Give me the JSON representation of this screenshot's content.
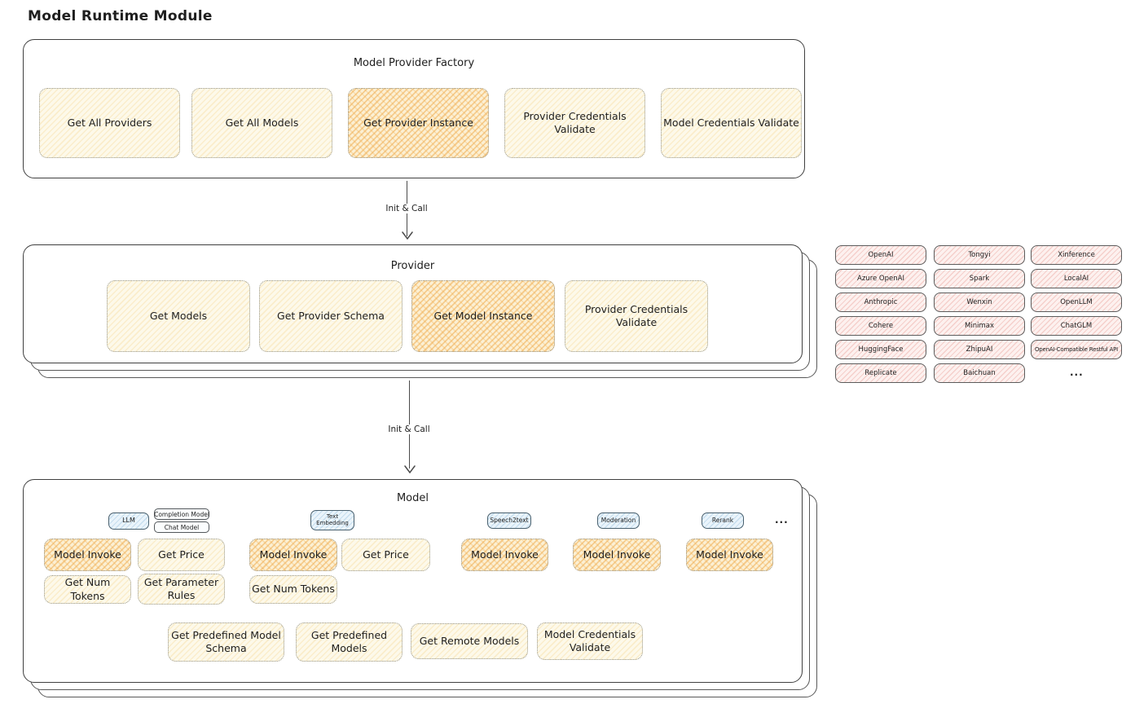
{
  "title": "Model Runtime Module",
  "colors": {
    "yellow_fill": "#fdf9ea",
    "orange_highlight_fill": "#fcf0d4",
    "pink_fill": "#fdf1ef",
    "blue_fill": "#eaf4fb",
    "panel_border": "#404040"
  },
  "factory": {
    "title": "Model Provider Factory",
    "buttons": [
      {
        "label": "Get All Providers",
        "highlighted": false
      },
      {
        "label": "Get All Models",
        "highlighted": false
      },
      {
        "label": "Get Provider Instance",
        "highlighted": true
      },
      {
        "label": "Provider Credentials Validate",
        "highlighted": false
      },
      {
        "label": "Model Credentials Validate",
        "highlighted": false
      }
    ]
  },
  "arrow1": {
    "label": "Init & Call"
  },
  "arrow2": {
    "label": "Init & Call"
  },
  "provider": {
    "title": "Provider",
    "buttons": [
      {
        "label": "Get Models",
        "highlighted": false
      },
      {
        "label": "Get Provider Schema",
        "highlighted": false
      },
      {
        "label": "Get Model Instance",
        "highlighted": true
      },
      {
        "label": "Provider Credentials Validate",
        "highlighted": false
      }
    ]
  },
  "provider_list": {
    "items": [
      [
        "OpenAI",
        "Tongyi",
        "Xinference"
      ],
      [
        "Azure OpenAI",
        "Spark",
        "LocalAI"
      ],
      [
        "Anthropic",
        "Wenxin",
        "OpenLLM"
      ],
      [
        "Cohere",
        "Minimax",
        "ChatGLM"
      ],
      [
        "HuggingFace",
        "ZhipuAI",
        "OpenAI-Compatible Restful API"
      ],
      [
        "Replicate",
        "Baichuan"
      ]
    ],
    "more": "..."
  },
  "model": {
    "title": "Model",
    "tabs": {
      "llm": "LLM",
      "completion_model": "Completion Model",
      "chat_model": "Chat Model",
      "text_embedding": "Text Embedding",
      "speech2text": "Speech2text",
      "moderation": "Moderation",
      "rerank": "Rerank",
      "more": "..."
    },
    "row_invoke": [
      {
        "label": "Model Invoke",
        "highlighted": true
      },
      {
        "label": "Get Price",
        "highlighted": false
      },
      {
        "label": "Model Invoke",
        "highlighted": true
      },
      {
        "label": "Get Price",
        "highlighted": false
      },
      {
        "label": "Model Invoke",
        "highlighted": true
      },
      {
        "label": "Model Invoke",
        "highlighted": true
      },
      {
        "label": "Model Invoke",
        "highlighted": true
      }
    ],
    "row_tokens": [
      {
        "label": "Get Num Tokens"
      },
      {
        "label": "Get Parameter Rules"
      },
      {
        "label": "Get Num Tokens"
      }
    ],
    "row_bottom": [
      {
        "label": "Get Predefined Model Schema"
      },
      {
        "label": "Get Predefined Models"
      },
      {
        "label": "Get Remote Models"
      },
      {
        "label": "Model Credentials Validate"
      }
    ]
  }
}
